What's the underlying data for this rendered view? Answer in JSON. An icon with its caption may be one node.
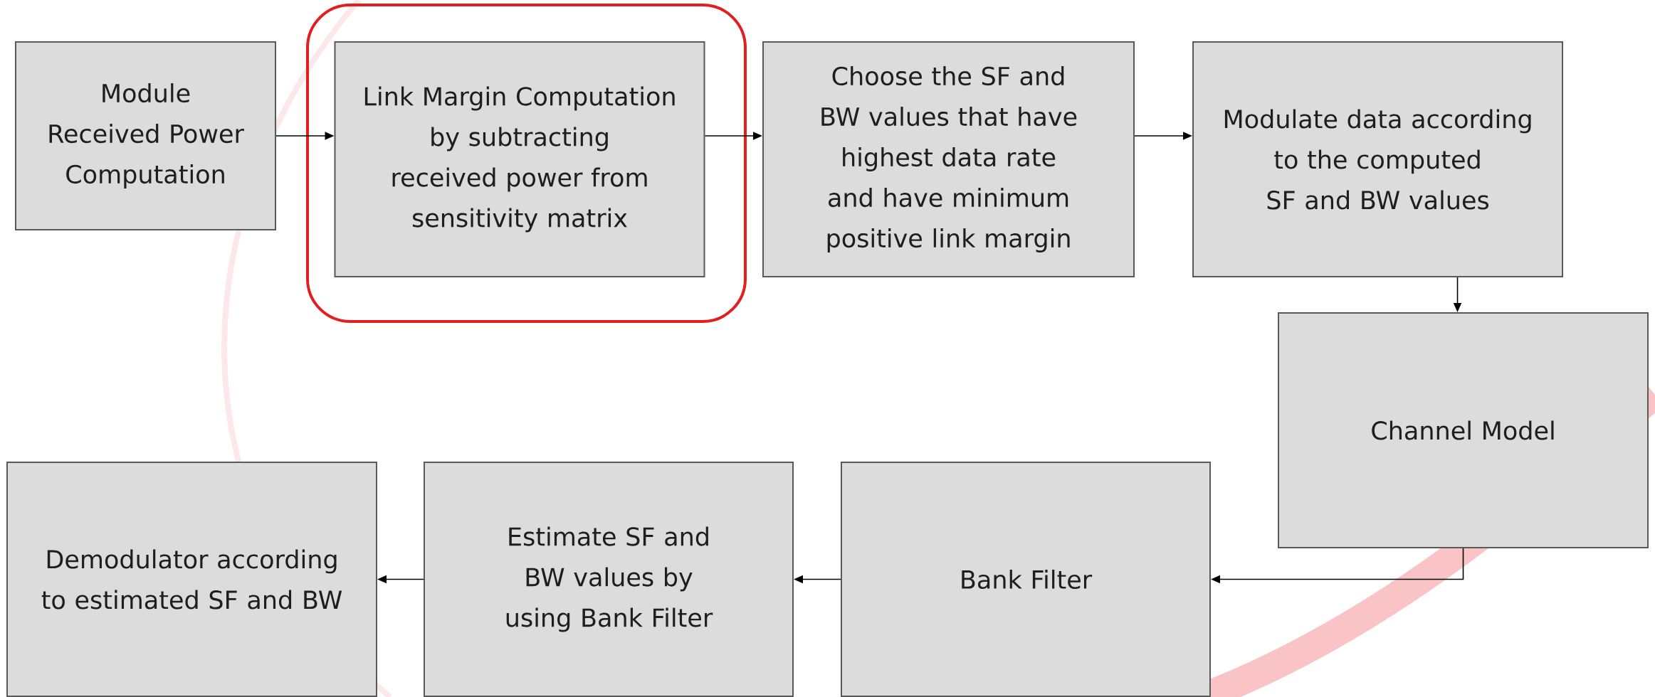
{
  "diagram": {
    "nodes": [
      {
        "text": [
          "Module Received Power Computation"
        ]
      },
      {
        "text": [],
        "shape": "box"
      },
      {
        "text": [
          "Link Margin Computation by subtracting received power from sensitivity matrix"
        ],
        "in": 1
      },
      {
        "text": [
          "Choose the SF and BW values that have highest data rate and have minimum positive link margin"
        ]
      },
      {
        "text": [
          "Modulate data according to the computed SF and BW values"
        ]
      },
      {
        "text": [
          "Channel Model"
        ]
      },
      {
        "text": [
          "Bank Filter"
        ]
      },
      {
        "text": [
          "Estimate SF and BW values by using Bank Filter"
        ]
      },
      {
        "text": [
          "Demodulator according to estimated SF and BW"
        ]
      }
    ],
    "edges": [
      {
        "from": 0,
        "to": 2,
        "arrow": "to"
      },
      {
        "from": 2,
        "to": 3,
        "arrow": "to"
      },
      {
        "from": 3,
        "to": 4,
        "arrow": "to"
      },
      {
        "from": 4,
        "to": 5,
        "arrow": "to"
      },
      {
        "from": 5,
        "to": 6,
        "arrow": "to"
      },
      {
        "from": 6,
        "to": 7,
        "arrow": "to"
      },
      {
        "from": 7,
        "to": 8,
        "arrow": "to"
      }
    ]
  }
}
